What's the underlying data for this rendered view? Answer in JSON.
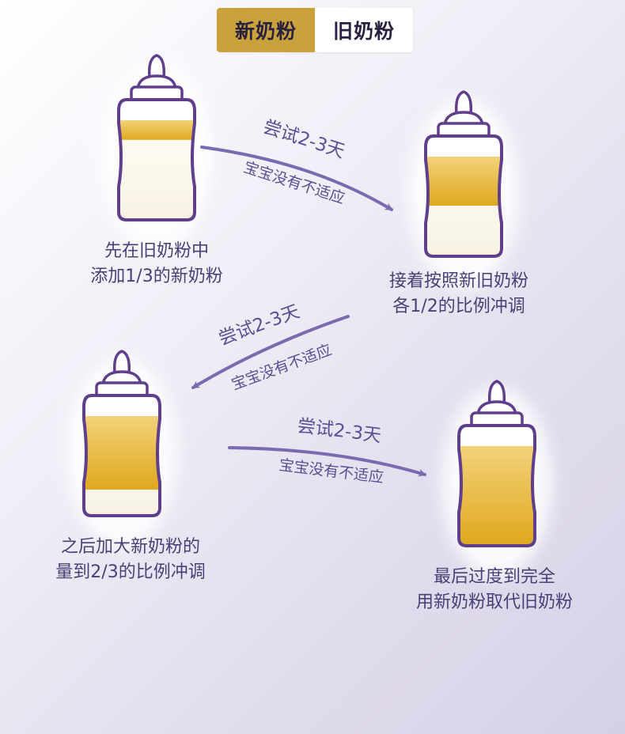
{
  "legend": {
    "new_label": "新奶粉",
    "old_label": "旧奶粉"
  },
  "colors": {
    "new_formula": "#e7b52c",
    "old_formula": "#fbf8ee",
    "outline": "#5f3f8c",
    "arrow": "#7a6bb0",
    "text": "#4b3f78"
  },
  "bottles": [
    {
      "new_fraction": 0.2,
      "caption": [
        "先在旧奶粉中",
        "添加1/3的新奶粉"
      ]
    },
    {
      "new_fraction": 0.5,
      "caption": [
        "接着按照新旧奶粉",
        "各1/2的比例冲调"
      ]
    },
    {
      "new_fraction": 0.75,
      "caption": [
        "之后加大新奶粉的",
        "量到2/3的比例冲调"
      ]
    },
    {
      "new_fraction": 1.0,
      "caption": [
        "最后过度到完全",
        "用新奶粉取代旧奶粉"
      ]
    }
  ],
  "arrows": [
    {
      "top_label": "尝试2-3天",
      "bottom_label": "宝宝没有不适应"
    },
    {
      "top_label": "尝试2-3天",
      "bottom_label": "宝宝没有不适应"
    },
    {
      "top_label": "尝试2-3天",
      "bottom_label": "宝宝没有不适应"
    }
  ]
}
